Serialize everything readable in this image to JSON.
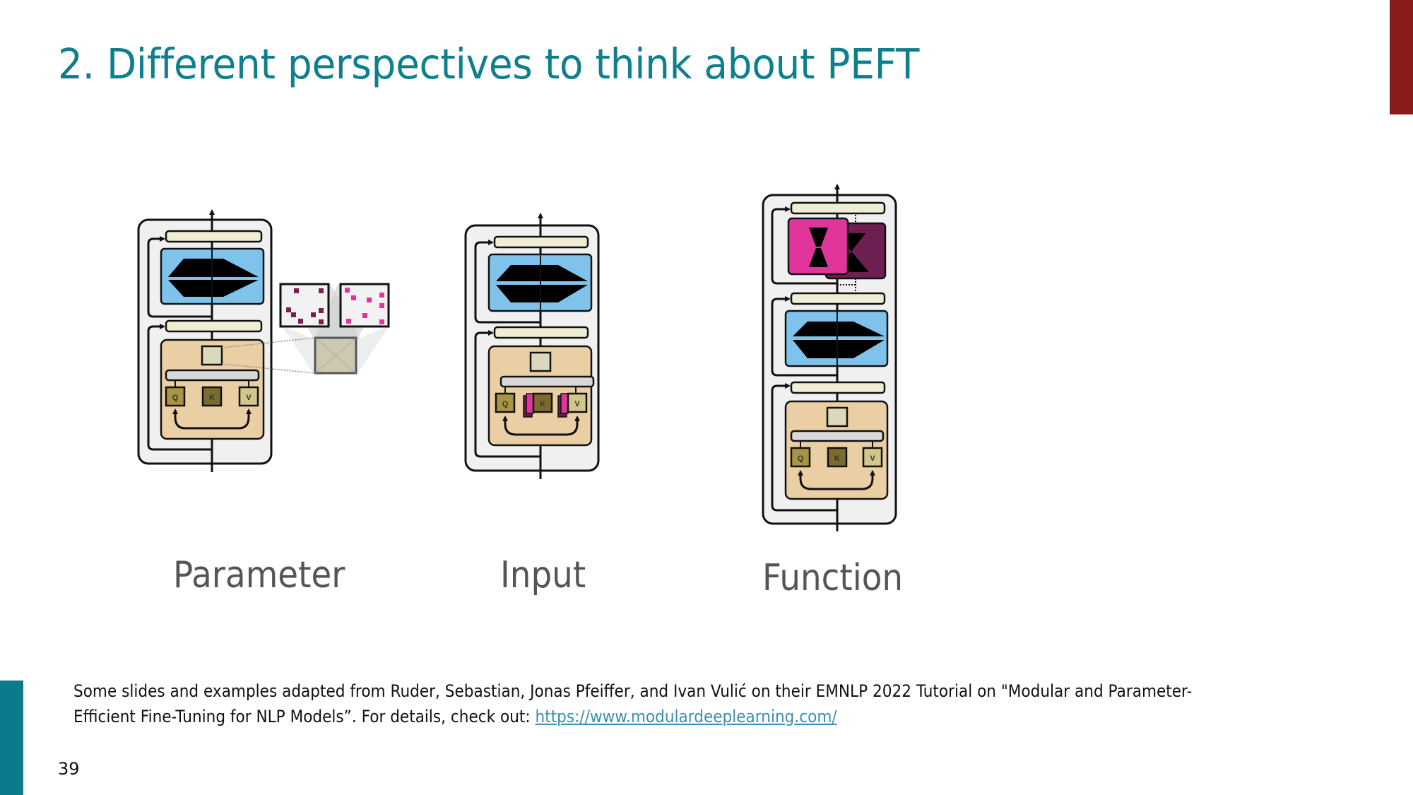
{
  "slide": {
    "title": "2. Different perspectives to think about PEFT",
    "page_number": "39",
    "colors": {
      "title": "#0e7f8c",
      "accent_red": "#8b1a1a",
      "accent_teal": "#0b7b8c",
      "label": "#555555",
      "link": "#3a8fb0"
    }
  },
  "diagrams": [
    {
      "label": "Parameter",
      "kind": "parameter-composition",
      "blocks": [
        "Q",
        "K",
        "V"
      ]
    },
    {
      "label": "Input",
      "kind": "input-composition",
      "blocks": [
        "Q",
        "K",
        "V"
      ]
    },
    {
      "label": "Function",
      "kind": "function-composition",
      "blocks": [
        "Q",
        "K",
        "V"
      ]
    }
  ],
  "footer": {
    "text_prefix": "Some slides and examples adapted from Ruder, Sebastian, Jonas Pfeiffer, and Ivan Vulić on their EMNLP 2022 Tutorial on \"Modular and Parameter-Efficient Fine-Tuning for NLP Models”. For details, check out: ",
    "link_text": "https://www.modulardeeplearning.com/"
  }
}
